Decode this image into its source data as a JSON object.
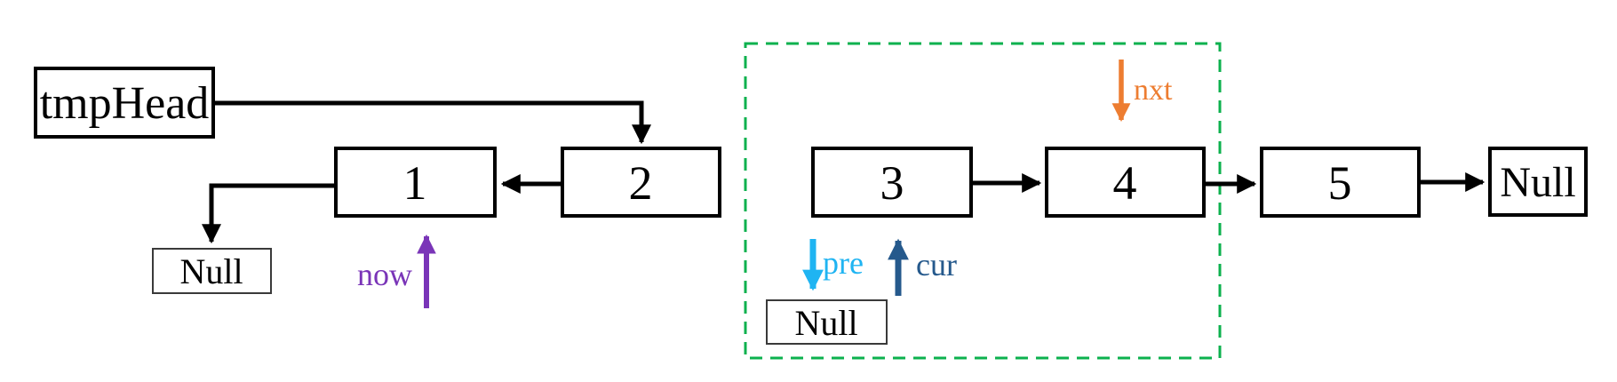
{
  "diagram": {
    "type": "linked-list-reversal-step",
    "colors": {
      "region": "#0cb14e",
      "now": "#7a35b8",
      "pre": "#1fb4f2",
      "cur": "#25598c",
      "nxt": "#ed7d31"
    },
    "boxes": {
      "tmp_head": "tmpHead",
      "node1": "1",
      "node2": "2",
      "node3": "3",
      "node4": "4",
      "node5": "5",
      "null_left": "Null",
      "null_mid": "Null",
      "null_right": "Null"
    },
    "pointers": {
      "now": "now",
      "pre": "pre",
      "cur": "cur",
      "nxt": "nxt"
    }
  }
}
